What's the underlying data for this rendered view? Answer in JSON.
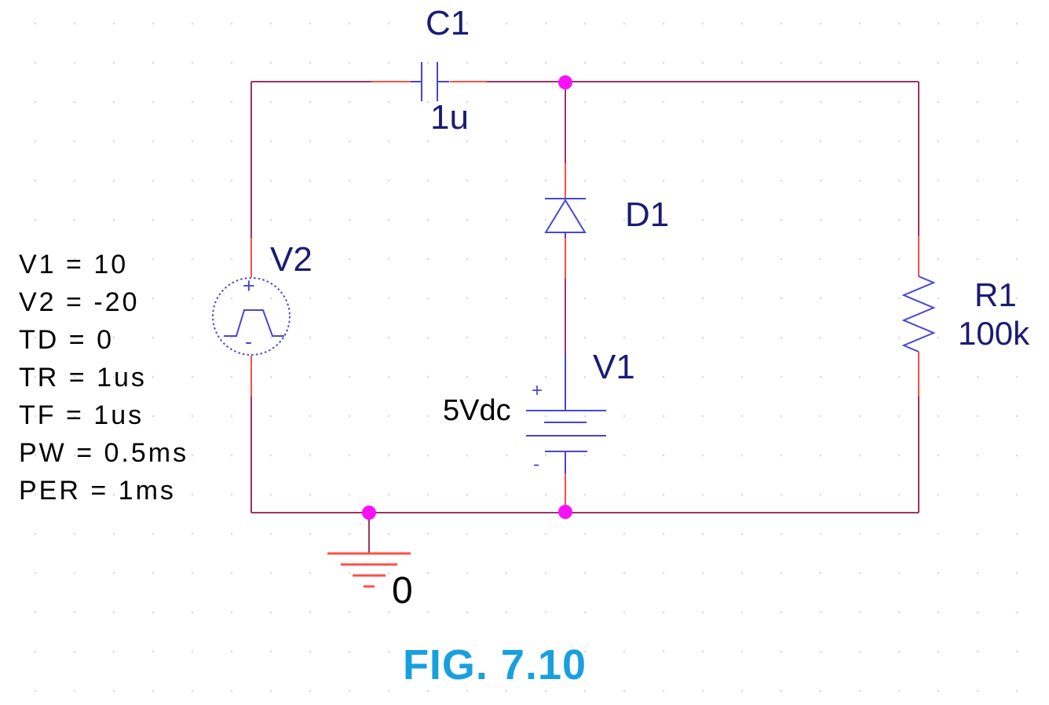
{
  "colors": {
    "wire": "#9C3366",
    "pin": "#FF4F45",
    "component": "#4645D8",
    "label": "#1B1B75",
    "text": "#000000",
    "junction": "#F911F9",
    "grid_dot": "#DBDBDB",
    "fig": "#18A0DE",
    "bg": "#FFFFFF"
  },
  "caption": {
    "text": "FIG. 7.10"
  },
  "components": {
    "capacitor": {
      "ref": "C1",
      "value": "1u"
    },
    "diode": {
      "ref": "D1"
    },
    "pulse_source": {
      "ref": "V2",
      "plus": "+",
      "minus": "-",
      "params": [
        "V1 = 10",
        "V2 = -20",
        "TD = 0",
        "TR = 1us",
        "TF = 1us",
        "PW = 0.5ms",
        "PER = 1ms"
      ]
    },
    "dc_source": {
      "ref": "V1",
      "value": "5Vdc",
      "plus": "+",
      "minus": "-"
    },
    "resistor": {
      "ref": "R1",
      "value": "100k"
    },
    "ground": {
      "net": "0"
    }
  }
}
